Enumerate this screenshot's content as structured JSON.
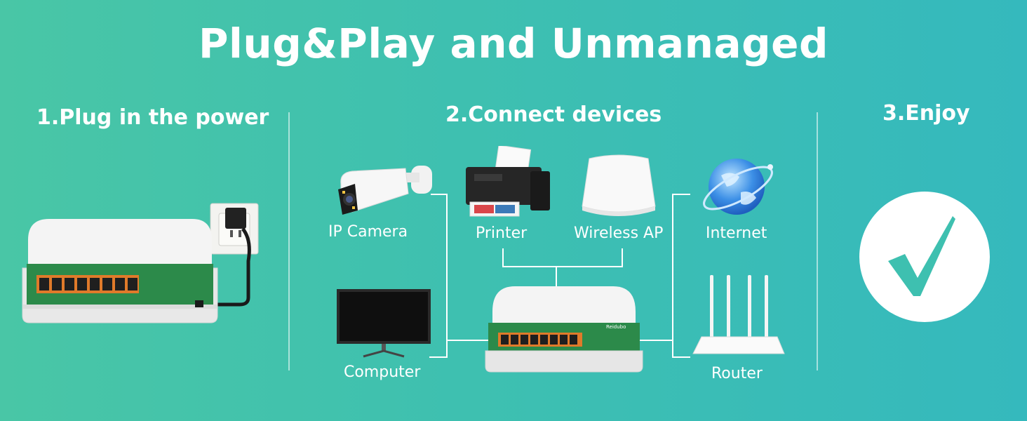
{
  "title": "Plug&Play and Unmanaged",
  "steps": {
    "step1": "1.Plug in the power",
    "step2": "2.Connect devices",
    "step3": "3.Enjoy"
  },
  "devices": {
    "ip_camera": "IP Camera",
    "printer": "Printer",
    "wireless_ap": "Wireless AP",
    "internet": "Internet",
    "computer": "Computer",
    "router": "Router"
  },
  "switch_brand": "Reidubo",
  "colors": {
    "background_left": "#49c6a6",
    "background_right": "#35b9bd",
    "switch_panel": "#2c8a4a",
    "port_frame": "#e07a2a",
    "check": "#3ec0b0"
  },
  "icons": {
    "check": "check-mark-icon",
    "globe": "globe-icon",
    "outlet": "power-outlet-icon"
  }
}
